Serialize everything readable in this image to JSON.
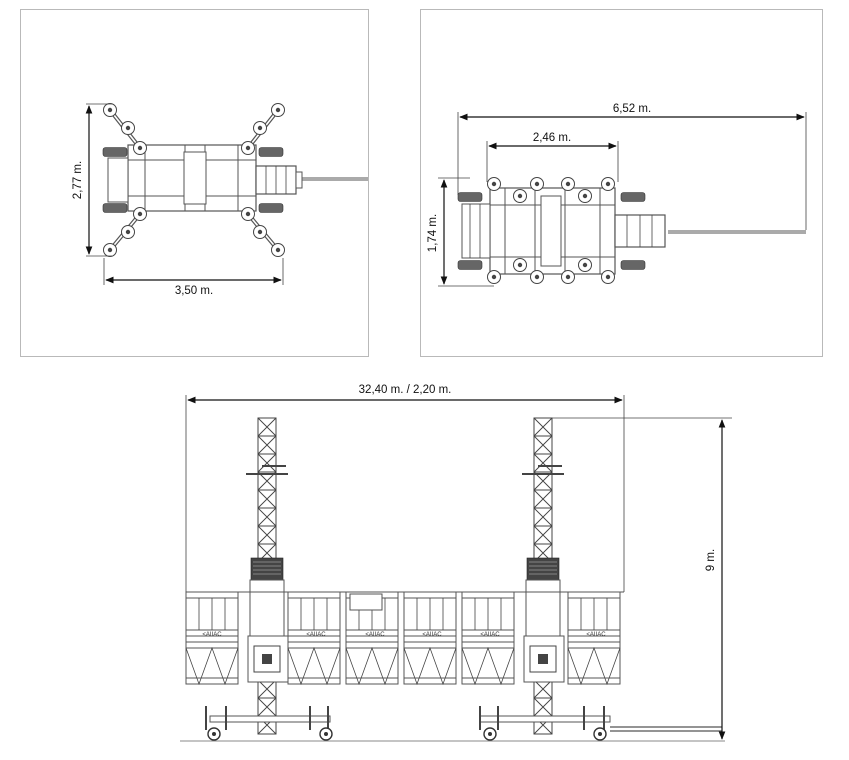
{
  "views": {
    "top_view_open": {
      "width_label": "3,50 m.",
      "height_label": "2,77 m."
    },
    "top_view_transport": {
      "overall_label": "6,52 m.",
      "inner_label": "2,46 m.",
      "height_label": "1,74 m."
    },
    "front_view": {
      "length_label": "32,40 m. / 2,20 m.",
      "height_label": "9 m.",
      "brand_text": "<AIIAC"
    }
  }
}
